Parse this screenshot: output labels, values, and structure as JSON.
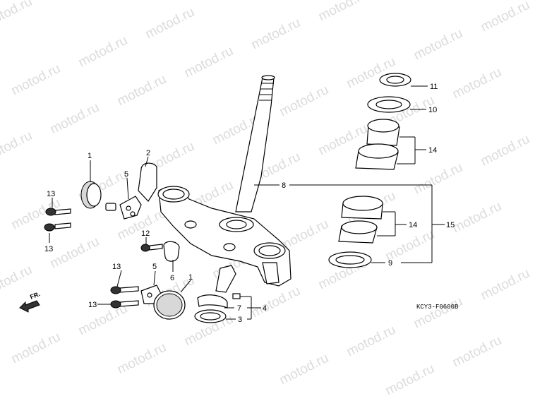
{
  "watermark": "motod.ru",
  "ref_code": "KCY3-F0600B",
  "direction_label": "FR.",
  "callouts": {
    "c1a": "1",
    "c1b": "1",
    "c2": "2",
    "c3": "3",
    "c4": "4",
    "c5a": "5",
    "c5b": "5",
    "c6": "6",
    "c7": "7",
    "c8": "8",
    "c9": "9",
    "c10": "10",
    "c11": "11",
    "c12": "12",
    "c13a": "13",
    "c13b": "13",
    "c13c": "13",
    "c13d": "13",
    "c14a": "14",
    "c14b": "14",
    "c15": "15"
  }
}
